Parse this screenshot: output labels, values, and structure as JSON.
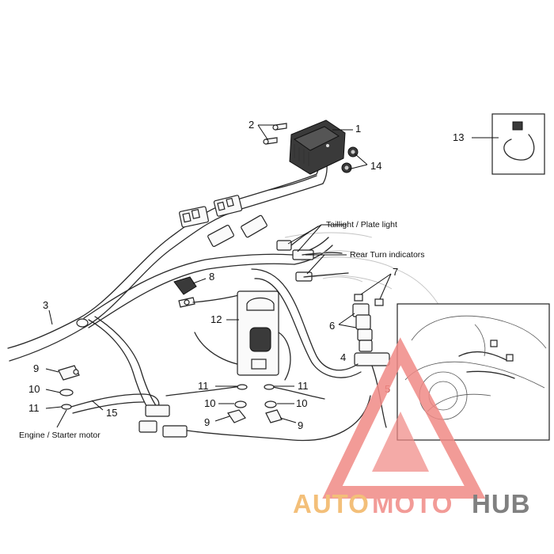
{
  "callouts": {
    "n1": "1",
    "n2": "2",
    "n3": "3",
    "n4": "4",
    "n5": "5",
    "n6": "6",
    "n7": "7",
    "n8": "8",
    "n9a": "9",
    "n9b": "9",
    "n9c": "9",
    "n10a": "10",
    "n10b": "10",
    "n10c": "10",
    "n11a": "11",
    "n11b": "11",
    "n11c": "11",
    "n12": "12",
    "n13": "13",
    "n14": "14",
    "n15": "15"
  },
  "labels": {
    "taillight": "Taillight / Plate light",
    "rear_turn": "Rear Turn indicators",
    "engine_starter": "Engine / Starter motor"
  },
  "watermark": {
    "part1": "AUTO",
    "part2": "MOTO",
    "part3": "HUB",
    "color_orange": "#f2b562",
    "color_red": "#f08a86",
    "color_gray": "#6b6b6b"
  }
}
